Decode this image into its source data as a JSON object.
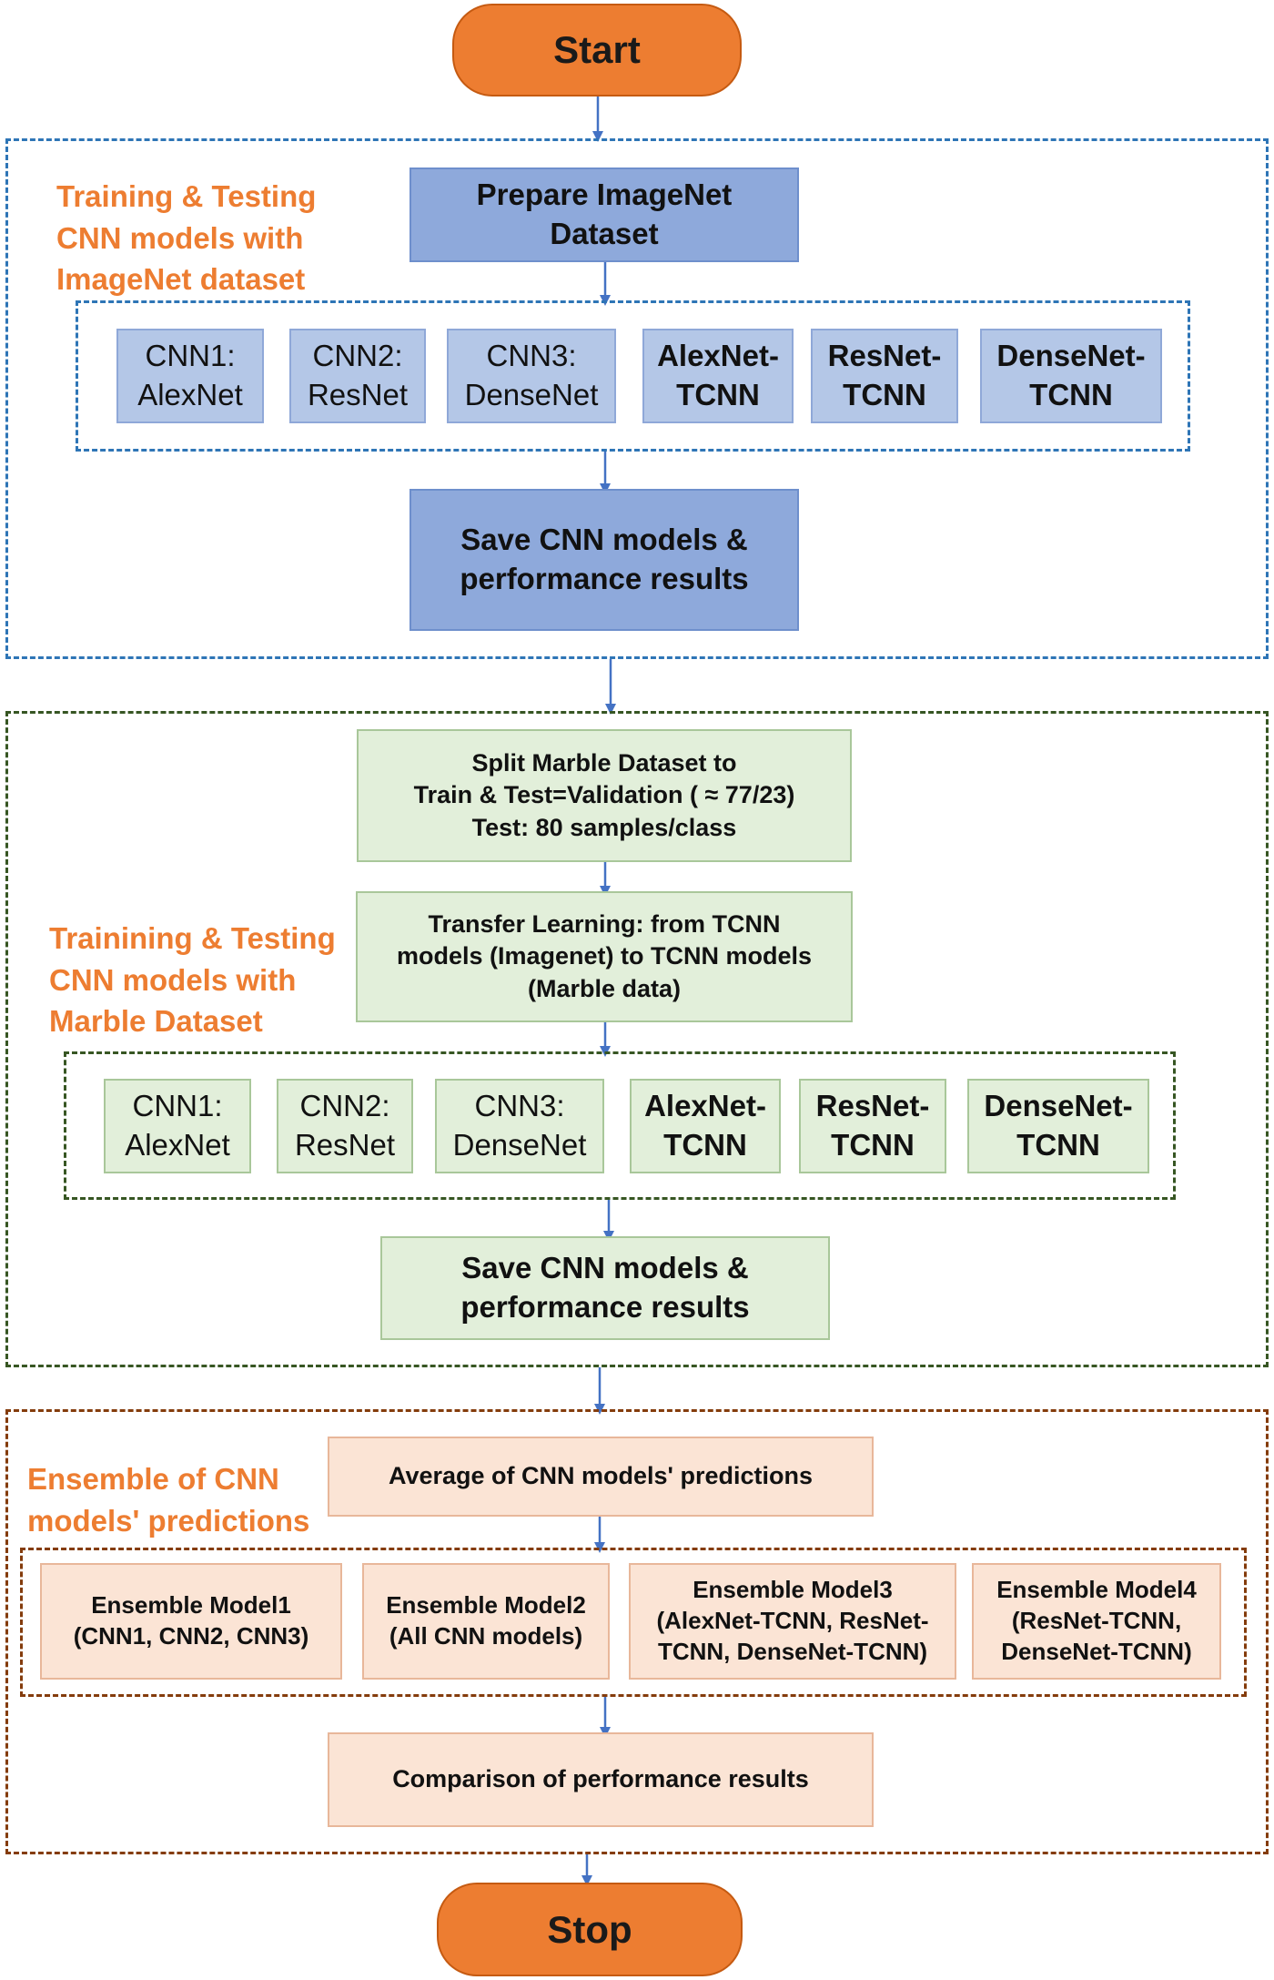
{
  "start_label": "Start",
  "stop_label": "Stop",
  "colors": {
    "terminal": "#ED7D31",
    "section1_border": "#2E75B6",
    "section2_border": "#375623",
    "section3_border": "#843C0C",
    "arrow": "#4472C4",
    "title": "#ED7D31"
  },
  "section1": {
    "title_lines": [
      "Training & Testing",
      "CNN models with",
      "ImageNet dataset"
    ],
    "prepare_lines": [
      "Prepare ImageNet",
      "Dataset"
    ],
    "models": [
      {
        "line1": "CNN1:",
        "line2": "AlexNet",
        "bold": false
      },
      {
        "line1": "CNN2:",
        "line2": "ResNet",
        "bold": false
      },
      {
        "line1": "CNN3:",
        "line2": "DenseNet",
        "bold": false
      },
      {
        "line1": "AlexNet-",
        "line2": "TCNN",
        "bold": true
      },
      {
        "line1": "ResNet-",
        "line2": "TCNN",
        "bold": true
      },
      {
        "line1": "DenseNet-",
        "line2": "TCNN",
        "bold": true
      }
    ],
    "save_lines": [
      "Save CNN models &",
      "performance results"
    ]
  },
  "section2": {
    "title_lines": [
      "Trainining & Testing",
      "CNN models with",
      "Marble Dataset"
    ],
    "split_lines": [
      "Split Marble Dataset to",
      "Train & Test=Validation ( ≈ 77/23)",
      "Test: 80 samples/class"
    ],
    "transfer_lines": [
      "Transfer Learning: from TCNN",
      "models (Imagenet) to TCNN models",
      "(Marble data)"
    ],
    "models": [
      {
        "line1": "CNN1:",
        "line2": "AlexNet",
        "bold": false
      },
      {
        "line1": "CNN2:",
        "line2": "ResNet",
        "bold": false
      },
      {
        "line1": "CNN3:",
        "line2": "DenseNet",
        "bold": false
      },
      {
        "line1": "AlexNet-",
        "line2": "TCNN",
        "bold": true
      },
      {
        "line1": "ResNet-",
        "line2": "TCNN",
        "bold": true
      },
      {
        "line1": "DenseNet-",
        "line2": "TCNN",
        "bold": true
      }
    ],
    "save_lines": [
      "Save CNN models &",
      "performance results"
    ]
  },
  "section3": {
    "title_lines": [
      "Ensemble of CNN",
      "models' predictions"
    ],
    "average_label": "Average of CNN models' predictions",
    "ensembles": [
      {
        "lines": [
          "Ensemble Model1",
          "(CNN1, CNN2, CNN3)"
        ]
      },
      {
        "lines": [
          "Ensemble Model2",
          "(All CNN models)"
        ]
      },
      {
        "lines": [
          "Ensemble Model3",
          "(AlexNet-TCNN, ResNet-",
          "TCNN, DenseNet-TCNN)"
        ]
      },
      {
        "lines": [
          "Ensemble Model4",
          "(ResNet-TCNN,",
          "DenseNet-TCNN)"
        ]
      }
    ],
    "comparison_label": "Comparison of performance results"
  }
}
